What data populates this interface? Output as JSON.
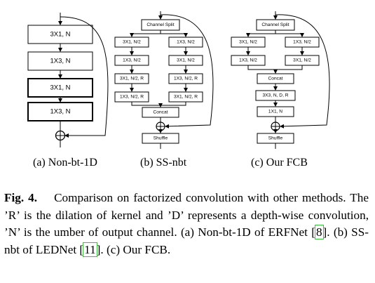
{
  "panels": [
    {
      "caption": "(a) Non-bt-1D",
      "blocks": [
        "3X1, N",
        "1X3, N",
        "3X1, N",
        "1X3, N"
      ]
    },
    {
      "caption": "(b) SS-nbt",
      "split_label": "Channel Split",
      "left_branch": [
        "3X1, N/2",
        "1X3, N/2",
        "3X1, N/2, R",
        "1X3, N/2, R"
      ],
      "right_branch": [
        "1X3, N/2",
        "3X1, N/2",
        "1X3, N/2, R",
        "3X1, N/2, R"
      ],
      "concat_label": "Concat",
      "shuffle_label": "Shuffle"
    },
    {
      "caption": "(c) Our FCB",
      "split_label": "Channel Split",
      "left_branch": [
        "3X1, N/2",
        "1X3, N/2"
      ],
      "right_branch": [
        "1X3, N/2",
        "3X1, N/2"
      ],
      "concat_label": "Concat",
      "post_blocks": [
        "3X3, N, D, R",
        "1X1, N"
      ],
      "shuffle_label": "Shuffle"
    }
  ],
  "caption": {
    "label": "Fig. 4",
    "sentence_1": "Comparison on factorized convolution with other methods.",
    "sentence_2": "The ’R’ is the dilation of kernel and ’D’ represents a depth-wise convolution, ’N’ is the umber of output channel.",
    "part_a": "(a) Non-bt-1D of ERFNet [",
    "ref_a": "8",
    "part_b": "]. (b) SS-nbt of LEDNet [",
    "ref_b": "11",
    "part_c": "]. (c) Our FCB."
  }
}
